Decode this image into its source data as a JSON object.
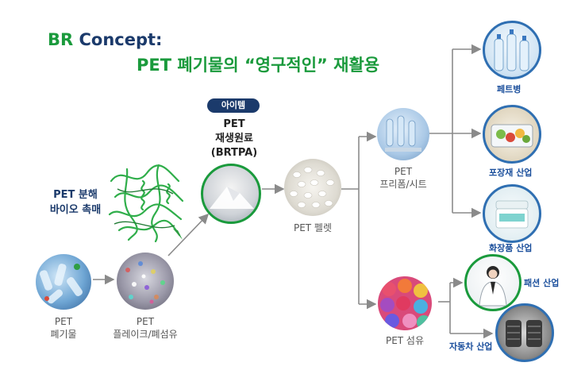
{
  "title": {
    "line1_prefix": "BR",
    "line1_rest": " Concept:",
    "line2": "PET 폐기물의 “영구적인” 재활용"
  },
  "nodes": {
    "waste": {
      "line1": "PET",
      "line2": "폐기물"
    },
    "flake": {
      "line1": "PET",
      "line2": "플레이크/폐섬유"
    },
    "enzyme": {
      "line1": "PET 분해",
      "line2": "바이오 촉매"
    },
    "brtpa": {
      "badge": "아이템",
      "line1": "PET",
      "line2": "재생원료",
      "line3": "(BRTPA)"
    },
    "pellet": {
      "label": "PET 펠렛"
    },
    "film": {
      "line1": "PET",
      "line2": "프리폼/시트"
    },
    "fiber": {
      "label": "PET 섬유"
    },
    "bottle": {
      "label": "페트병"
    },
    "packaging": {
      "label": "포장재 산업"
    },
    "cosmetics": {
      "label": "화장품 산업"
    },
    "fashion": {
      "label": "패션 산업"
    },
    "auto": {
      "label": "자동차 산업"
    }
  },
  "colors": {
    "green": "#1a9a3c",
    "navy": "#1b3a6b",
    "blue_label": "#1b4f9c",
    "arrow": "#8a8a8a"
  }
}
